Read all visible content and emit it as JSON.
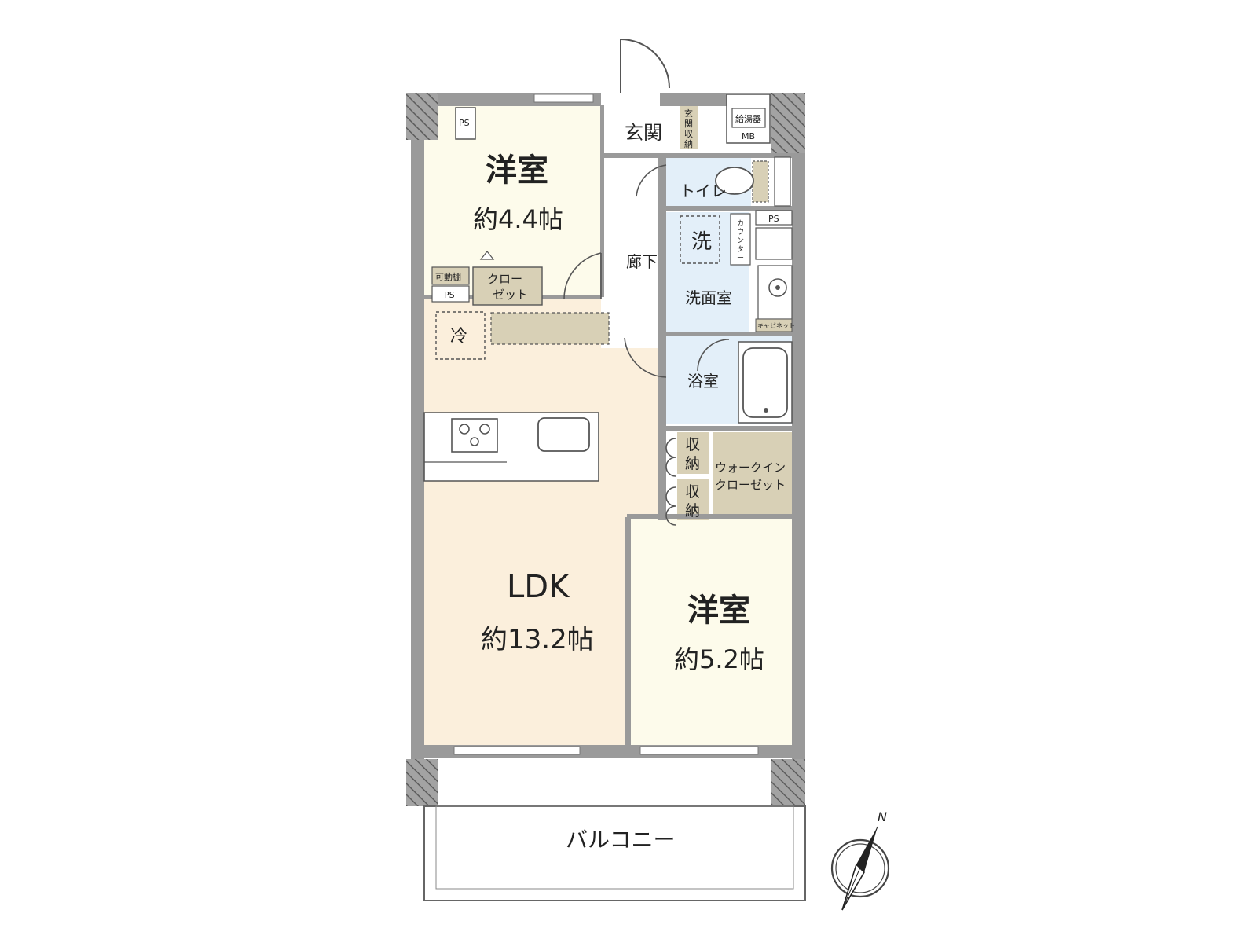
{
  "colors": {
    "wall": "#9a9a9a",
    "wall_dark": "#6f6f6f",
    "line": "#555555",
    "ldk_floor": "#fbefdc",
    "western_floor": "#fdfbeb",
    "wet_floor": "#e3eff9",
    "storage": "#d8d0b6",
    "hall_floor": "#ffffff",
    "text": "#222222"
  },
  "rooms": {
    "western_north": {
      "name": "洋室",
      "size": "約4.4帖"
    },
    "western_south": {
      "name": "洋室",
      "size": "約5.2帖"
    },
    "ldk": {
      "name": "LDK",
      "size": "約13.2帖"
    },
    "entrance": "玄関",
    "entrance_storage": [
      "玄",
      "関",
      "収",
      "納"
    ],
    "hallway": "廊下",
    "toilet": "トイレ",
    "laundry": "洗",
    "counter": [
      "カ",
      "ウ",
      "ン",
      "タ",
      "ー"
    ],
    "washroom": "洗面室",
    "cabinet": "キャビネット",
    "bathroom": "浴室",
    "storage_upper": [
      "収",
      "納"
    ],
    "storage_lower": [
      "収",
      "納"
    ],
    "walk_in_closet": [
      "ウォークイン",
      "クローゼット"
    ],
    "closet": [
      "クロー",
      "ゼット"
    ],
    "movable_shelf": "可動棚",
    "fridge": "冷",
    "balcony": "バルコニー"
  },
  "fixtures": {
    "ps_top_left": "PS",
    "ps_middle_left": "PS",
    "ps_right": "PS",
    "water_heater": "給湯器",
    "mb": "MB"
  },
  "compass": {
    "north_label": "N",
    "icon": "compass-rose-icon"
  }
}
